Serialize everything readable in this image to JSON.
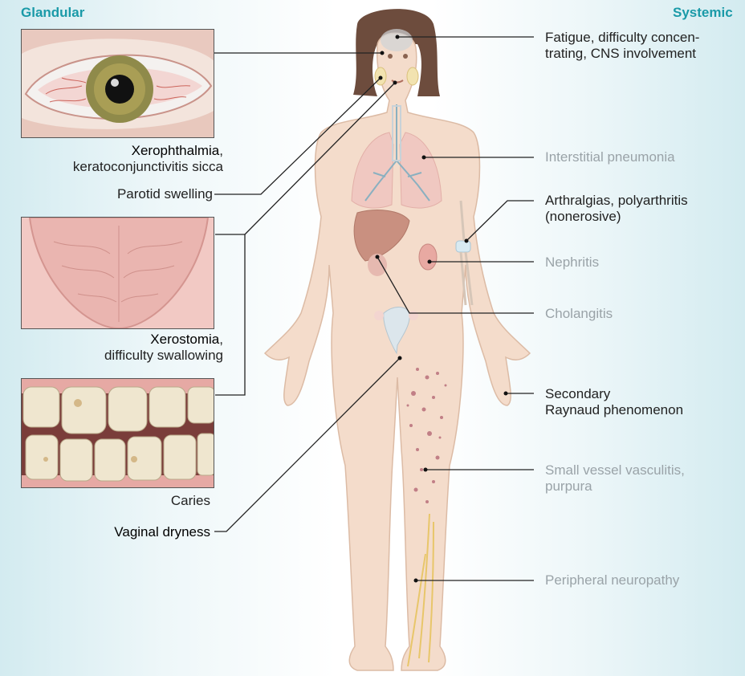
{
  "headings": {
    "glandular": "Glandular",
    "systemic": "Systemic"
  },
  "glandular": {
    "xerophthalmia": {
      "bold": "Xerophthalmia",
      "rest": ",",
      "line2": "keratoconjunctivitis sicca"
    },
    "parotid": "Parotid swelling",
    "xerostomia": {
      "bold": "Xerostomia",
      "rest": ",",
      "line2": "difficulty swallowing"
    },
    "caries": "Caries",
    "vaginal": "Vaginal dryness"
  },
  "systemic": {
    "fatigue": {
      "line1": "Fatigue, difficulty concen-",
      "line2": "trating, CNS involvement"
    },
    "pneumonia": "Interstitial pneumonia",
    "arthralgias": {
      "line1": "Arthralgias, polyarthritis",
      "line2": "(nonerosive)"
    },
    "nephritis": "Nephritis",
    "cholangitis": "Cholangitis",
    "raynaud": {
      "line1": "Secondary",
      "line2": "Raynaud phenomenon"
    },
    "vasculitis": {
      "line1": "Small vessel vasculitis,",
      "line2": "purpura"
    },
    "neuropathy": "Peripheral neuropathy"
  },
  "colors": {
    "heading": "#1a9aa8",
    "skin": "#f4dccb",
    "gray_text": "#9aa3a8"
  }
}
